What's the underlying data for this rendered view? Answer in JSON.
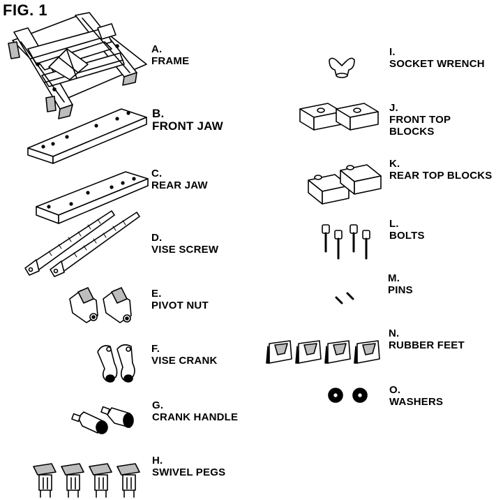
{
  "figure_title": "FIG. 1",
  "parts": [
    {
      "letter": "A.",
      "name": "FRAME"
    },
    {
      "letter": "B.",
      "name": "FRONT JAW"
    },
    {
      "letter": "C.",
      "name": "REAR JAW"
    },
    {
      "letter": "D.",
      "name": "VISE SCREW"
    },
    {
      "letter": "E.",
      "name": "PIVOT NUT"
    },
    {
      "letter": "F.",
      "name": "VISE CRANK"
    },
    {
      "letter": "G.",
      "name": "CRANK HANDLE"
    },
    {
      "letter": "H.",
      "name": "SWIVEL PEGS"
    },
    {
      "letter": "I.",
      "name": "SOCKET WRENCH"
    },
    {
      "letter": "J.",
      "name": "FRONT TOP BLOCKS"
    },
    {
      "letter": "K.",
      "name": "REAR TOP BLOCKS"
    },
    {
      "letter": "L.",
      "name": "BOLTS"
    },
    {
      "letter": "M.",
      "name": "PINS"
    },
    {
      "letter": "N.",
      "name": "RUBBER FEET"
    },
    {
      "letter": "O.",
      "name": "WASHERS"
    }
  ],
  "colors": {
    "ink": "#000000",
    "paper": "#ffffff",
    "shade": "#bdbdbd"
  }
}
